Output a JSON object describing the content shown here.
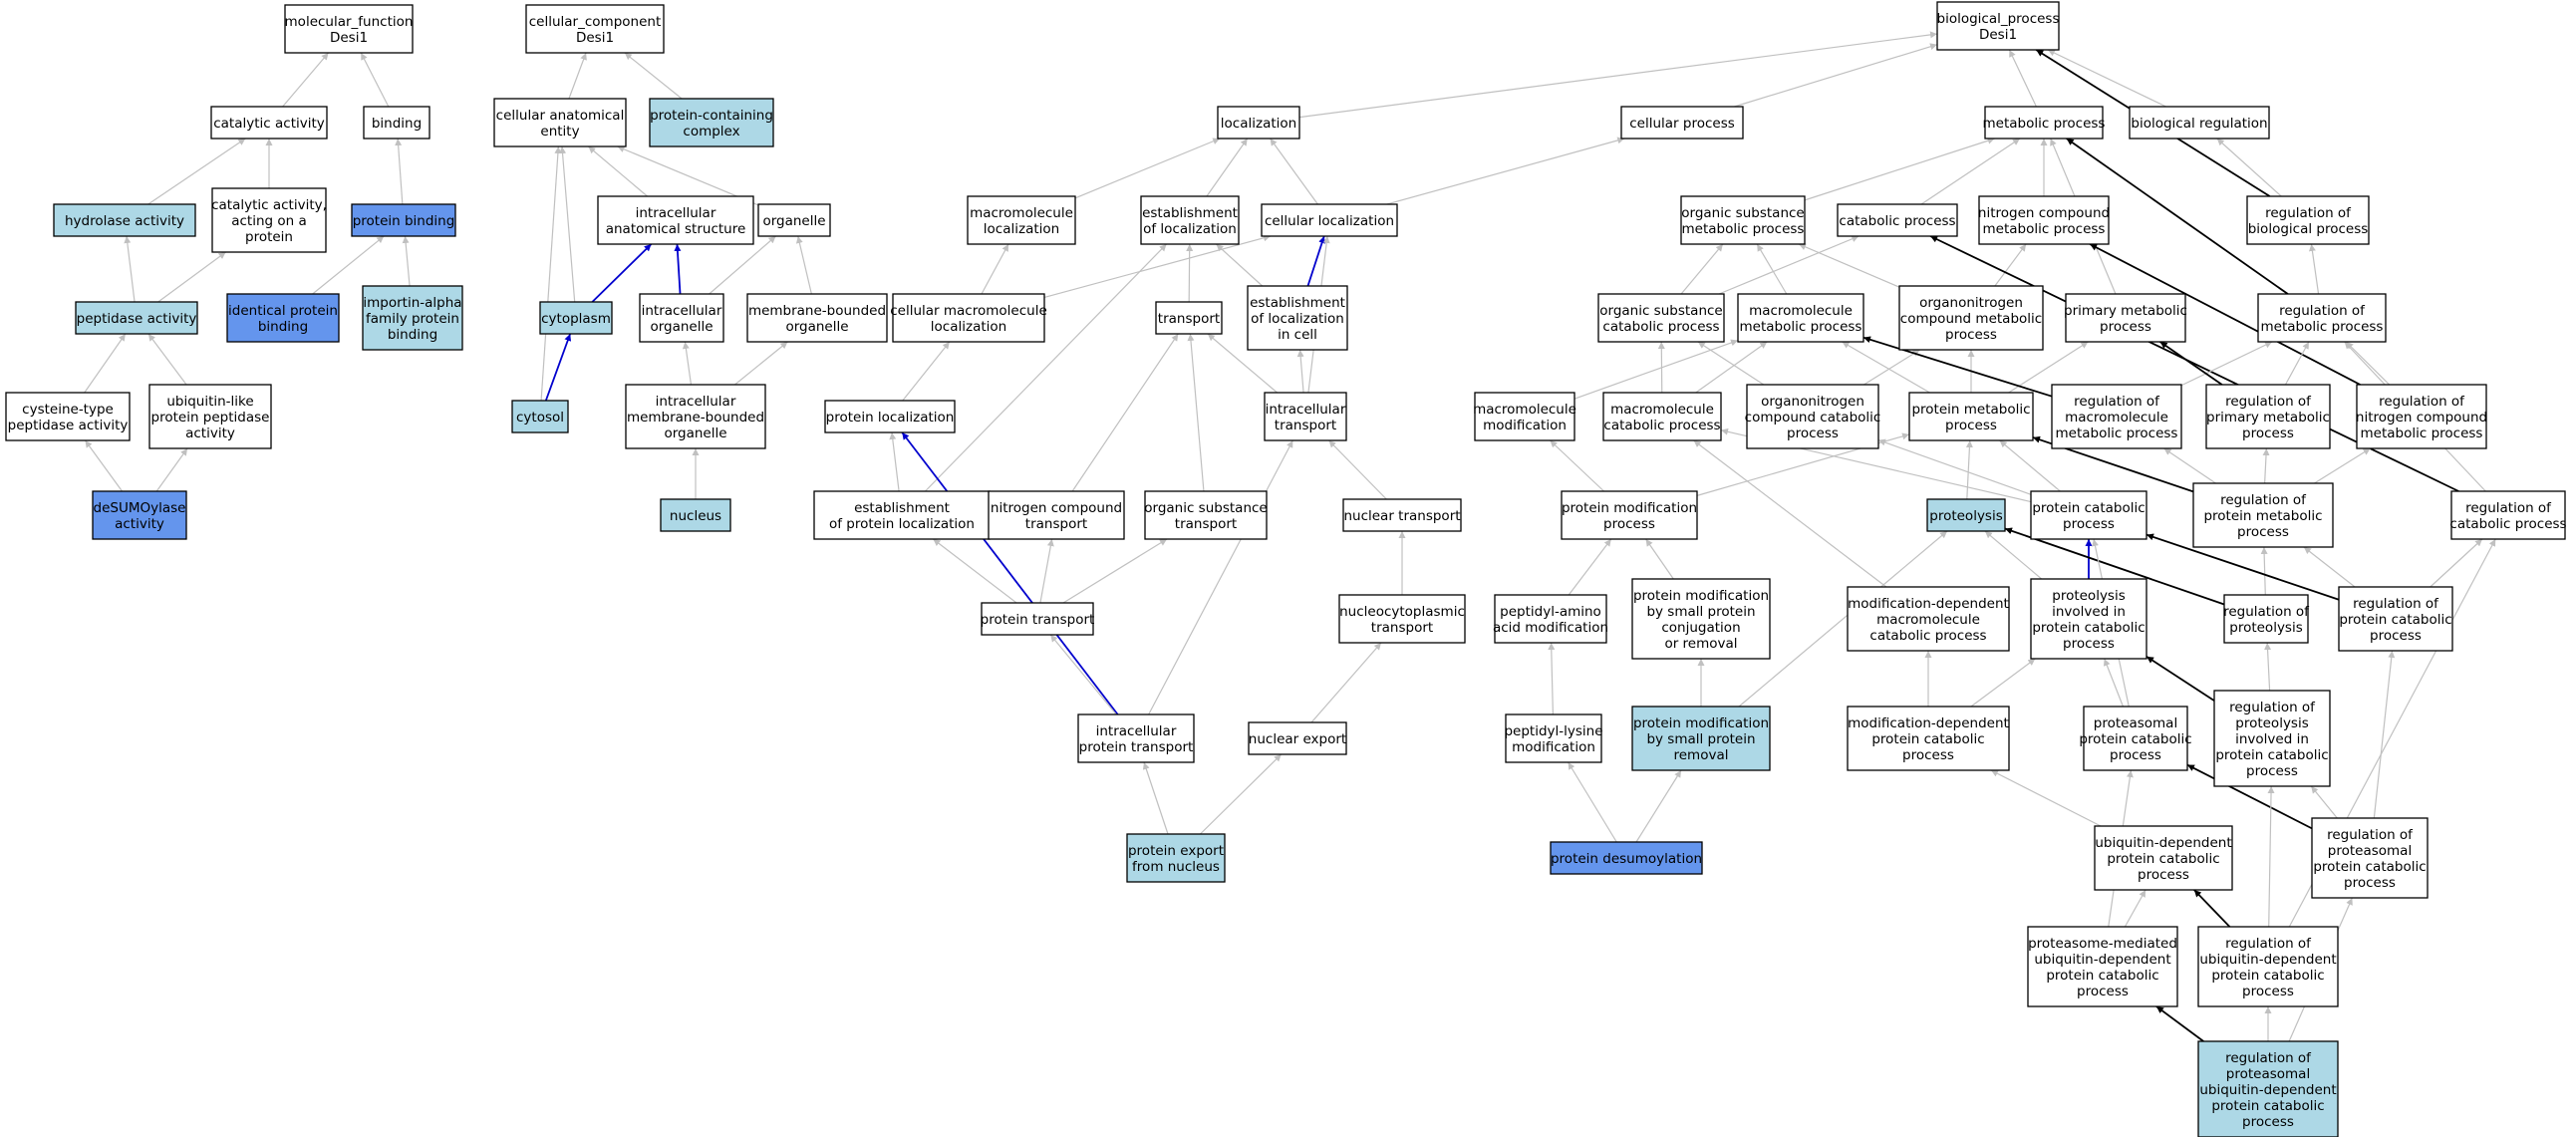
{
  "colors": {
    "none": "#ffffff",
    "light": "#add8e6",
    "dark": "#6495ed",
    "edge_gray": "#c0c0c0",
    "edge_blue": "#0000cd",
    "edge_black": "#000000"
  },
  "nodes": [
    {
      "id": "mf_root",
      "label": [
        "molecular_function",
        "Desi1"
      ],
      "fill": "none"
    },
    {
      "id": "catalytic",
      "label": [
        "catalytic activity"
      ],
      "fill": "none"
    },
    {
      "id": "binding",
      "label": [
        "binding"
      ],
      "fill": "none"
    },
    {
      "id": "hydrolase",
      "label": [
        "hydrolase activity"
      ],
      "fill": "light"
    },
    {
      "id": "cat_protein",
      "label": [
        "catalytic activity,",
        "acting on a",
        "protein"
      ],
      "fill": "none"
    },
    {
      "id": "protein_binding",
      "label": [
        "protein binding"
      ],
      "fill": "dark"
    },
    {
      "id": "peptidase",
      "label": [
        "peptidase activity"
      ],
      "fill": "light"
    },
    {
      "id": "identical_binding",
      "label": [
        "identical protein",
        "binding"
      ],
      "fill": "dark"
    },
    {
      "id": "importin_binding",
      "label": [
        "importin-alpha",
        "family protein",
        "binding"
      ],
      "fill": "light"
    },
    {
      "id": "cysteine_pep",
      "label": [
        "cysteine-type",
        "peptidase activity"
      ],
      "fill": "none"
    },
    {
      "id": "ubl_pep",
      "label": [
        "ubiquitin-like",
        "protein peptidase",
        "activity"
      ],
      "fill": "none"
    },
    {
      "id": "desumo",
      "label": [
        "deSUMOylase",
        "activity"
      ],
      "fill": "dark"
    },
    {
      "id": "cc_root",
      "label": [
        "cellular_component",
        "Desi1"
      ],
      "fill": "none"
    },
    {
      "id": "cae",
      "label": [
        "cellular anatomical",
        "entity"
      ],
      "fill": "none"
    },
    {
      "id": "pcc",
      "label": [
        "protein-containing",
        "complex"
      ],
      "fill": "light"
    },
    {
      "id": "ias",
      "label": [
        "intracellular",
        "anatomical structure"
      ],
      "fill": "none"
    },
    {
      "id": "organelle",
      "label": [
        "organelle"
      ],
      "fill": "none"
    },
    {
      "id": "cytoplasm",
      "label": [
        "cytoplasm"
      ],
      "fill": "light"
    },
    {
      "id": "intra_org",
      "label": [
        "intracellular",
        "organelle"
      ],
      "fill": "none"
    },
    {
      "id": "mbo",
      "label": [
        "membrane-bounded",
        "organelle"
      ],
      "fill": "none"
    },
    {
      "id": "cytosol",
      "label": [
        "cytosol"
      ],
      "fill": "light"
    },
    {
      "id": "imbo",
      "label": [
        "intracellular",
        "membrane-bounded",
        "organelle"
      ],
      "fill": "none"
    },
    {
      "id": "nucleus",
      "label": [
        "nucleus"
      ],
      "fill": "light"
    },
    {
      "id": "bp_root",
      "label": [
        "biological_process",
        "Desi1"
      ],
      "fill": "none"
    },
    {
      "id": "localization",
      "label": [
        "localization"
      ],
      "fill": "none"
    },
    {
      "id": "cellular_process",
      "label": [
        "cellular process"
      ],
      "fill": "none"
    },
    {
      "id": "metabolic",
      "label": [
        "metabolic process"
      ],
      "fill": "none"
    },
    {
      "id": "bio_reg",
      "label": [
        "biological regulation"
      ],
      "fill": "none"
    },
    {
      "id": "macro_loc",
      "label": [
        "macromolecule",
        "localization"
      ],
      "fill": "none"
    },
    {
      "id": "est_loc",
      "label": [
        "establishment",
        "of localization"
      ],
      "fill": "none"
    },
    {
      "id": "cell_loc",
      "label": [
        "cellular localization"
      ],
      "fill": "none"
    },
    {
      "id": "osm",
      "label": [
        "organic substance",
        "metabolic process"
      ],
      "fill": "none"
    },
    {
      "id": "catabolic",
      "label": [
        "catabolic process"
      ],
      "fill": "none"
    },
    {
      "id": "ncm",
      "label": [
        "nitrogen compound",
        "metabolic process"
      ],
      "fill": "none"
    },
    {
      "id": "reg_bio",
      "label": [
        "regulation of",
        "biological process"
      ],
      "fill": "none"
    },
    {
      "id": "cml",
      "label": [
        "cellular macromolecule",
        "localization"
      ],
      "fill": "none"
    },
    {
      "id": "transport",
      "label": [
        "transport"
      ],
      "fill": "none"
    },
    {
      "id": "elc",
      "label": [
        "establishment",
        "of localization",
        "in cell"
      ],
      "fill": "none"
    },
    {
      "id": "osc",
      "label": [
        "organic substance",
        "catabolic process"
      ],
      "fill": "none"
    },
    {
      "id": "mmp",
      "label": [
        "macromolecule",
        "metabolic process"
      ],
      "fill": "none"
    },
    {
      "id": "onm",
      "label": [
        "organonitrogen",
        "compound metabolic",
        "process"
      ],
      "fill": "none"
    },
    {
      "id": "pmp",
      "label": [
        "primary metabolic",
        "process"
      ],
      "fill": "none"
    },
    {
      "id": "reg_met",
      "label": [
        "regulation of",
        "metabolic process"
      ],
      "fill": "none"
    },
    {
      "id": "prot_loc",
      "label": [
        "protein localization"
      ],
      "fill": "none"
    },
    {
      "id": "intra_trans",
      "label": [
        "intracellular",
        "transport"
      ],
      "fill": "none"
    },
    {
      "id": "macro_mod",
      "label": [
        "macromolecule",
        "modification"
      ],
      "fill": "none"
    },
    {
      "id": "mcp",
      "label": [
        "macromolecule",
        "catabolic process"
      ],
      "fill": "none"
    },
    {
      "id": "occ",
      "label": [
        "organonitrogen",
        "compound catabolic",
        "process"
      ],
      "fill": "none"
    },
    {
      "id": "prot_met",
      "label": [
        "protein metabolic",
        "process"
      ],
      "fill": "none"
    },
    {
      "id": "reg_mmp",
      "label": [
        "regulation of",
        "macromolecule",
        "metabolic process"
      ],
      "fill": "none"
    },
    {
      "id": "reg_pmp",
      "label": [
        "regulation of",
        "primary metabolic",
        "process"
      ],
      "fill": "none"
    },
    {
      "id": "reg_ncm",
      "label": [
        "regulation of",
        "nitrogen compound",
        "metabolic process"
      ],
      "fill": "none"
    },
    {
      "id": "epl",
      "label": [
        "establishment",
        "of protein localization"
      ],
      "fill": "none"
    },
    {
      "id": "nct",
      "label": [
        "nitrogen compound",
        "transport"
      ],
      "fill": "none"
    },
    {
      "id": "ost",
      "label": [
        "organic substance",
        "transport"
      ],
      "fill": "none"
    },
    {
      "id": "nuc_trans",
      "label": [
        "nuclear transport"
      ],
      "fill": "none"
    },
    {
      "id": "pmod",
      "label": [
        "protein modification",
        "process"
      ],
      "fill": "none"
    },
    {
      "id": "proteolysis",
      "label": [
        "proteolysis"
      ],
      "fill": "light"
    },
    {
      "id": "pcp",
      "label": [
        "protein catabolic",
        "process"
      ],
      "fill": "none"
    },
    {
      "id": "reg_protmet",
      "label": [
        "regulation of",
        "protein metabolic",
        "process"
      ],
      "fill": "none"
    },
    {
      "id": "reg_cat",
      "label": [
        "regulation of",
        "catabolic process"
      ],
      "fill": "none"
    },
    {
      "id": "prot_trans",
      "label": [
        "protein transport"
      ],
      "fill": "none"
    },
    {
      "id": "ncp_trans",
      "label": [
        "nucleocytoplasmic",
        "transport"
      ],
      "fill": "none"
    },
    {
      "id": "pep_aa",
      "label": [
        "peptidyl-amino",
        "acid modification"
      ],
      "fill": "none"
    },
    {
      "id": "pm_conj",
      "label": [
        "protein modification",
        "by small protein",
        "conjugation",
        "or removal"
      ],
      "fill": "none"
    },
    {
      "id": "mdmcp",
      "label": [
        "modification-dependent",
        "macromolecule",
        "catabolic process"
      ],
      "fill": "none"
    },
    {
      "id": "pipcp",
      "label": [
        "proteolysis",
        "involved in",
        "protein catabolic",
        "process"
      ],
      "fill": "none"
    },
    {
      "id": "reg_proteo",
      "label": [
        "regulation of",
        "proteolysis"
      ],
      "fill": "none"
    },
    {
      "id": "reg_pcp",
      "label": [
        "regulation of",
        "protein catabolic",
        "process"
      ],
      "fill": "none"
    },
    {
      "id": "ipt",
      "label": [
        "intracellular",
        "protein transport"
      ],
      "fill": "none"
    },
    {
      "id": "nuc_export",
      "label": [
        "nuclear export"
      ],
      "fill": "none"
    },
    {
      "id": "pep_lys",
      "label": [
        "peptidyl-lysine",
        "modification"
      ],
      "fill": "none"
    },
    {
      "id": "pm_small",
      "label": [
        "protein modification",
        "by small protein",
        "removal"
      ],
      "fill": "light"
    },
    {
      "id": "mdpcp",
      "label": [
        "modification-dependent",
        "protein catabolic",
        "process"
      ],
      "fill": "none"
    },
    {
      "id": "prot_cat",
      "label": [
        "proteasomal",
        "protein catabolic",
        "process"
      ],
      "fill": "none"
    },
    {
      "id": "reg_pipcp",
      "label": [
        "regulation of",
        "proteolysis",
        "involved in",
        "protein catabolic",
        "process"
      ],
      "fill": "none"
    },
    {
      "id": "pen",
      "label": [
        "protein export",
        "from nucleus"
      ],
      "fill": "light"
    },
    {
      "id": "desumoylation",
      "label": [
        "protein desumoylation"
      ],
      "fill": "dark"
    },
    {
      "id": "udpcp",
      "label": [
        "ubiquitin-dependent",
        "protein catabolic",
        "process"
      ],
      "fill": "none"
    },
    {
      "id": "reg_prot_cat",
      "label": [
        "regulation of",
        "proteasomal",
        "protein catabolic",
        "process"
      ],
      "fill": "none"
    },
    {
      "id": "pm_udpcp",
      "label": [
        "proteasome-mediated",
        "ubiquitin-dependent",
        "protein catabolic",
        "process"
      ],
      "fill": "none"
    },
    {
      "id": "reg_udpcp",
      "label": [
        "regulation of",
        "ubiquitin-dependent",
        "protein catabolic",
        "process"
      ],
      "fill": "none"
    },
    {
      "id": "reg_pudpcp",
      "label": [
        "regulation of",
        "proteasomal",
        "ubiquitin-dependent",
        "protein catabolic",
        "process"
      ],
      "fill": "light"
    }
  ],
  "edges": [
    [
      "catalytic",
      "mf_root",
      "gray"
    ],
    [
      "binding",
      "mf_root",
      "gray"
    ],
    [
      "hydrolase",
      "catalytic",
      "gray"
    ],
    [
      "cat_protein",
      "catalytic",
      "gray"
    ],
    [
      "protein_binding",
      "binding",
      "gray"
    ],
    [
      "peptidase",
      "hydrolase",
      "gray"
    ],
    [
      "peptidase",
      "cat_protein",
      "gray"
    ],
    [
      "identical_binding",
      "protein_binding",
      "gray"
    ],
    [
      "importin_binding",
      "protein_binding",
      "gray"
    ],
    [
      "cysteine_pep",
      "peptidase",
      "gray"
    ],
    [
      "ubl_pep",
      "peptidase",
      "gray"
    ],
    [
      "desumo",
      "cysteine_pep",
      "gray"
    ],
    [
      "desumo",
      "ubl_pep",
      "gray"
    ],
    [
      "cae",
      "cc_root",
      "gray"
    ],
    [
      "pcc",
      "cc_root",
      "gray"
    ],
    [
      "ias",
      "cae",
      "gray"
    ],
    [
      "organelle",
      "cae",
      "gray"
    ],
    [
      "cytoplasm",
      "cae",
      "gray"
    ],
    [
      "cytosol",
      "cae",
      "gray"
    ],
    [
      "cytoplasm",
      "ias",
      "blue"
    ],
    [
      "intra_org",
      "ias",
      "blue"
    ],
    [
      "intra_org",
      "organelle",
      "gray"
    ],
    [
      "mbo",
      "organelle",
      "gray"
    ],
    [
      "cytosol",
      "cytoplasm",
      "blue"
    ],
    [
      "imbo",
      "intra_org",
      "gray"
    ],
    [
      "imbo",
      "mbo",
      "gray"
    ],
    [
      "nucleus",
      "imbo",
      "gray"
    ],
    [
      "localization",
      "bp_root",
      "gray"
    ],
    [
      "cellular_process",
      "bp_root",
      "gray"
    ],
    [
      "metabolic",
      "bp_root",
      "gray"
    ],
    [
      "bio_reg",
      "bp_root",
      "gray"
    ],
    [
      "reg_bio",
      "bp_root",
      "black"
    ],
    [
      "macro_loc",
      "localization",
      "gray"
    ],
    [
      "est_loc",
      "localization",
      "gray"
    ],
    [
      "cell_loc",
      "localization",
      "gray"
    ],
    [
      "cell_loc",
      "cellular_process",
      "gray"
    ],
    [
      "osm",
      "metabolic",
      "gray"
    ],
    [
      "catabolic",
      "metabolic",
      "gray"
    ],
    [
      "ncm",
      "metabolic",
      "gray"
    ],
    [
      "pmp",
      "metabolic",
      "gray"
    ],
    [
      "reg_met",
      "metabolic",
      "black"
    ],
    [
      "reg_bio",
      "bio_reg",
      "gray"
    ],
    [
      "cml",
      "macro_loc",
      "gray"
    ],
    [
      "cml",
      "cell_loc",
      "gray"
    ],
    [
      "transport",
      "est_loc",
      "gray"
    ],
    [
      "elc",
      "est_loc",
      "gray"
    ],
    [
      "elc",
      "cell_loc",
      "blue"
    ],
    [
      "intra_trans",
      "cell_loc",
      "gray"
    ],
    [
      "osc",
      "osm",
      "gray"
    ],
    [
      "osc",
      "catabolic",
      "gray"
    ],
    [
      "mmp",
      "osm",
      "gray"
    ],
    [
      "onm",
      "osm",
      "gray"
    ],
    [
      "onm",
      "ncm",
      "gray"
    ],
    [
      "reg_cat",
      "catabolic",
      "black"
    ],
    [
      "reg_ncm",
      "ncm",
      "black"
    ],
    [
      "reg_met",
      "reg_bio",
      "gray"
    ],
    [
      "prot_loc",
      "cml",
      "gray"
    ],
    [
      "intra_trans",
      "transport",
      "gray"
    ],
    [
      "intra_trans",
      "elc",
      "gray"
    ],
    [
      "macro_mod",
      "mmp",
      "gray"
    ],
    [
      "mcp",
      "osc",
      "gray"
    ],
    [
      "mcp",
      "mmp",
      "gray"
    ],
    [
      "occ",
      "osc",
      "gray"
    ],
    [
      "occ",
      "onm",
      "gray"
    ],
    [
      "prot_met",
      "mmp",
      "gray"
    ],
    [
      "prot_met",
      "onm",
      "gray"
    ],
    [
      "prot_met",
      "pmp",
      "gray"
    ],
    [
      "reg_mmp",
      "mmp",
      "black"
    ],
    [
      "reg_mmp",
      "reg_met",
      "gray"
    ],
    [
      "reg_pmp",
      "pmp",
      "black"
    ],
    [
      "reg_pmp",
      "reg_met",
      "gray"
    ],
    [
      "reg_ncm",
      "reg_met",
      "gray"
    ],
    [
      "epl",
      "est_loc",
      "gray"
    ],
    [
      "epl",
      "prot_loc",
      "gray"
    ],
    [
      "nct",
      "transport",
      "gray"
    ],
    [
      "ost",
      "transport",
      "gray"
    ],
    [
      "nuc_trans",
      "intra_trans",
      "gray"
    ],
    [
      "pmod",
      "macro_mod",
      "gray"
    ],
    [
      "pmod",
      "prot_met",
      "gray"
    ],
    [
      "proteolysis",
      "prot_met",
      "gray"
    ],
    [
      "pcp",
      "mcp",
      "gray"
    ],
    [
      "pcp",
      "occ",
      "gray"
    ],
    [
      "pcp",
      "prot_met",
      "gray"
    ],
    [
      "reg_protmet",
      "prot_met",
      "black"
    ],
    [
      "reg_protmet",
      "reg_mmp",
      "gray"
    ],
    [
      "reg_protmet",
      "reg_pmp",
      "gray"
    ],
    [
      "reg_protmet",
      "reg_ncm",
      "gray"
    ],
    [
      "reg_cat",
      "reg_met",
      "gray"
    ],
    [
      "prot_trans",
      "epl",
      "gray"
    ],
    [
      "prot_trans",
      "nct",
      "gray"
    ],
    [
      "prot_trans",
      "ost",
      "gray"
    ],
    [
      "ncp_trans",
      "nuc_trans",
      "gray"
    ],
    [
      "pep_aa",
      "pmod",
      "gray"
    ],
    [
      "pm_conj",
      "pmod",
      "gray"
    ],
    [
      "mdmcp",
      "mcp",
      "gray"
    ],
    [
      "pipcp",
      "proteolysis",
      "gray"
    ],
    [
      "pipcp",
      "pcp",
      "blue"
    ],
    [
      "reg_proteo",
      "proteolysis",
      "black"
    ],
    [
      "reg_proteo",
      "reg_protmet",
      "gray"
    ],
    [
      "reg_pcp",
      "pcp",
      "black"
    ],
    [
      "reg_pcp",
      "reg_protmet",
      "gray"
    ],
    [
      "reg_pcp",
      "reg_cat",
      "gray"
    ],
    [
      "ipt",
      "prot_loc",
      "blue"
    ],
    [
      "ipt",
      "intra_trans",
      "gray"
    ],
    [
      "ipt",
      "prot_trans",
      "gray"
    ],
    [
      "nuc_export",
      "ncp_trans",
      "gray"
    ],
    [
      "pep_lys",
      "pep_aa",
      "gray"
    ],
    [
      "pm_small",
      "pm_conj",
      "gray"
    ],
    [
      "pm_small",
      "proteolysis",
      "gray"
    ],
    [
      "mdpcp",
      "mdmcp",
      "gray"
    ],
    [
      "mdpcp",
      "pipcp",
      "gray"
    ],
    [
      "prot_cat",
      "pipcp",
      "gray"
    ],
    [
      "prot_cat",
      "pcp",
      "gray"
    ],
    [
      "reg_pipcp",
      "pipcp",
      "black"
    ],
    [
      "reg_pipcp",
      "reg_proteo",
      "gray"
    ],
    [
      "pen",
      "ipt",
      "gray"
    ],
    [
      "pen",
      "nuc_export",
      "gray"
    ],
    [
      "desumoylation",
      "pep_lys",
      "gray"
    ],
    [
      "desumoylation",
      "pm_small",
      "gray"
    ],
    [
      "udpcp",
      "mdpcp",
      "gray"
    ],
    [
      "reg_prot_cat",
      "prot_cat",
      "black"
    ],
    [
      "reg_prot_cat",
      "reg_pipcp",
      "gray"
    ],
    [
      "reg_prot_cat",
      "reg_pcp",
      "gray"
    ],
    [
      "pm_udpcp",
      "udpcp",
      "gray"
    ],
    [
      "pm_udpcp",
      "prot_cat",
      "gray"
    ],
    [
      "reg_udpcp",
      "udpcp",
      "black"
    ],
    [
      "reg_udpcp",
      "reg_pipcp",
      "gray"
    ],
    [
      "reg_udpcp",
      "reg_cat",
      "gray"
    ],
    [
      "reg_pudpcp",
      "pm_udpcp",
      "black"
    ],
    [
      "reg_pudpcp",
      "reg_udpcp",
      "gray"
    ],
    [
      "reg_pudpcp",
      "reg_prot_cat",
      "gray"
    ]
  ]
}
